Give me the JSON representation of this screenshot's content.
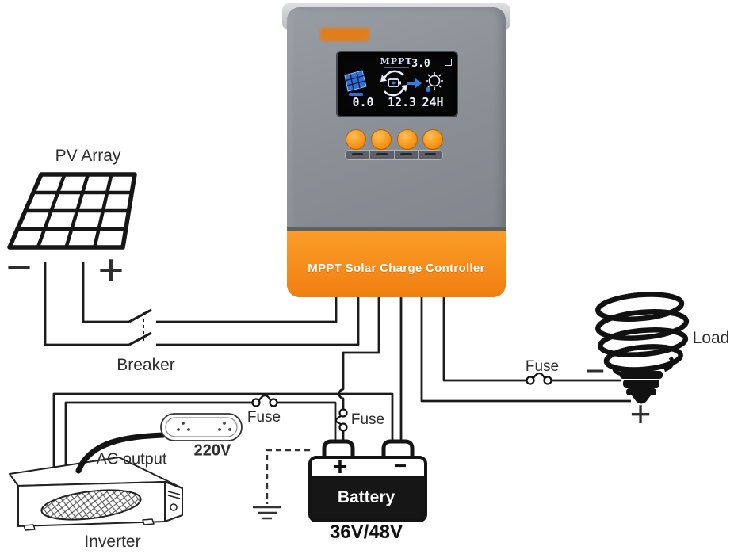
{
  "controller": {
    "band_label": "MPPT Solar Charge Controller",
    "display": {
      "mode_label": "MPPT",
      "top_value": "3.0",
      "pv_value": "0.0",
      "battery_value": "12.3",
      "load_value": "24H",
      "icons": [
        "solar-panel-icon",
        "battery-charging-icon",
        "arrow-right-icon",
        "lamp-icon",
        "status-square-icon"
      ]
    },
    "colors": {
      "accent_orange": "#f5891f",
      "body_gray": "#888c93",
      "lcd_blue": "#2f7fe8"
    }
  },
  "diagram": {
    "pv": {
      "label": "PV Array",
      "plus": "+",
      "minus": "−"
    },
    "breaker": {
      "label": "Breaker"
    },
    "load": {
      "label": "Load",
      "plus": "+",
      "minus": "−",
      "fuse_label": "Fuse"
    },
    "battery": {
      "label": "Battery",
      "voltage": "36V/48V",
      "plus": "+",
      "minus": "−",
      "fuse_label": "Fuse"
    },
    "inverter": {
      "label": "Inverter",
      "ac_output_label": "AC output",
      "outlet_label": "220V",
      "fuse_label": "Fuse"
    }
  }
}
